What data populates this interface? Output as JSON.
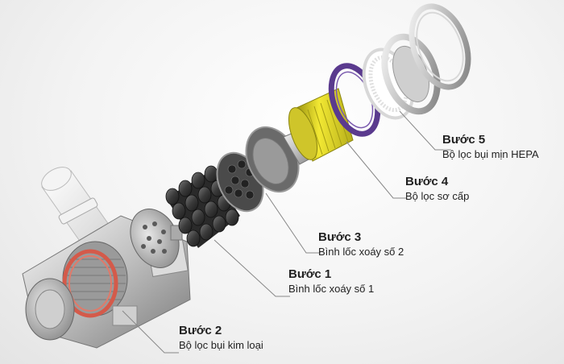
{
  "steps": [
    {
      "id": "step5",
      "step": "Bước 5",
      "desc": "Bộ lọc bụi mịn HEPA"
    },
    {
      "id": "step4",
      "step": "Bước 4",
      "desc": "Bộ lọc sơ cấp"
    },
    {
      "id": "step3",
      "step": "Bước 3",
      "desc": "Bình lốc xoáy số 2"
    },
    {
      "id": "step1",
      "step": "Bước 1",
      "desc": "Bình lốc xoáy số 1"
    },
    {
      "id": "step2",
      "step": "Bước 2",
      "desc": "Bộ lọc bụi kim loại"
    }
  ],
  "colors": {
    "primary_filter": "#e6dc2a",
    "seal_ring": "#5a3a8e",
    "motor_coil": "#d45a4a",
    "leader_line": "#888888"
  }
}
